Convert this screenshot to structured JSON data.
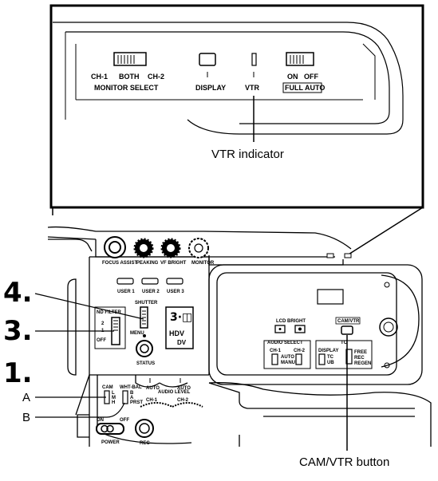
{
  "callouts": {
    "vtr_indicator": "VTR indicator",
    "cam_vtr_button": "CAM/VTR button",
    "step4": "4.",
    "step3": "3.",
    "step1": "1.",
    "label_a": "A",
    "label_b": "B"
  },
  "inset": {
    "monitor_positions": [
      "CH-1",
      "BOTH",
      "CH-2"
    ],
    "monitor_select": "MONITOR SELECT",
    "display": "DISPLAY",
    "vtr": "VTR",
    "on": "ON",
    "off": "OFF",
    "full_auto": "FULL AUTO"
  },
  "camera": {
    "focus_assist": "FOCUS ASSIST",
    "peaking": "PEAKING",
    "vf_bright": "VF BRIGHT",
    "monitor": "MONITOR",
    "user1": "USER 1",
    "user2": "USER 2",
    "user3": "USER 3",
    "shutter": "SHUTTER",
    "nd_filter": "ND FILTER",
    "nd_2": "2",
    "nd_1": "1",
    "nd_off": "OFF",
    "menu": "MENU",
    "status": "STATUS",
    "hdv": "HDV",
    "dv": "DV",
    "cam": "CAM",
    "cam_l": "L",
    "cam_m": "M",
    "cam_h": "H",
    "wht_bal": "WHT-BAL",
    "wb_b": "B",
    "wb_a": "A",
    "wb_pre": "PRST",
    "auto1": "AUTO",
    "auto2": "AUTO",
    "audio_level": "AUDIO LEVEL",
    "ch1": "CH-1",
    "ch2": "CH-2",
    "power_on": "ON",
    "power_off": "OFF",
    "power": "POWER",
    "rec": "REC",
    "lcd_bright": "LCD BRIGHT",
    "minus": "-",
    "plus": "+",
    "cam_vtr": "CAM/VTR",
    "audio_select": "AUDIO SELECT",
    "as_ch1": "CH-1",
    "as_ch2": "CH-2",
    "as_auto": "AUTO",
    "as_manu": "MANU",
    "tc_display": "DISPLAY",
    "tc_tc": "TC",
    "tc_ub": "UB",
    "tc_title": "TC",
    "tc_free": "FREE",
    "tc_rec": "REC",
    "tc_regen": "REGEN"
  }
}
